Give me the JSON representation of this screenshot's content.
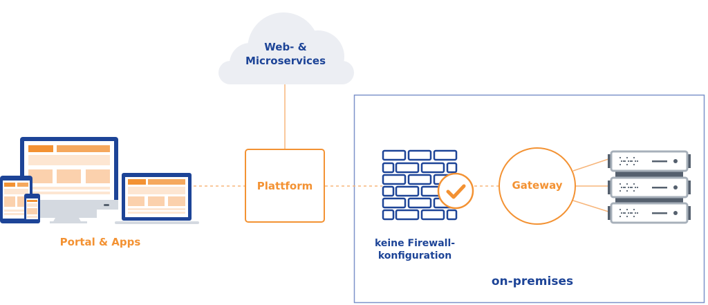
{
  "colors": {
    "blue": "#1d4497",
    "orange": "#f39233",
    "orange_light": "#f7b57a",
    "orange_pale": "#fde6d2",
    "orange_mid": "#fbd1ad",
    "cloud_fill": "#eceef3",
    "gray_server": "#a7b0ba",
    "gray_dark": "#55606e",
    "frame": "#7d92c9"
  },
  "cloud": {
    "line1": "Web- &",
    "line2": "Microservices"
  },
  "devices": {
    "label": "Portal & Apps"
  },
  "platform": {
    "label": "Plattform"
  },
  "firewall": {
    "line1": "keine Firewall-",
    "line2": "konfiguration"
  },
  "gateway": {
    "label": "Gateway"
  },
  "onprem": {
    "label": "on-premises"
  },
  "icons": [
    "cloud-icon",
    "desktop-icon",
    "tablet-icon",
    "phone-icon",
    "laptop-icon",
    "firewall-icon",
    "check-icon",
    "server-icon"
  ]
}
